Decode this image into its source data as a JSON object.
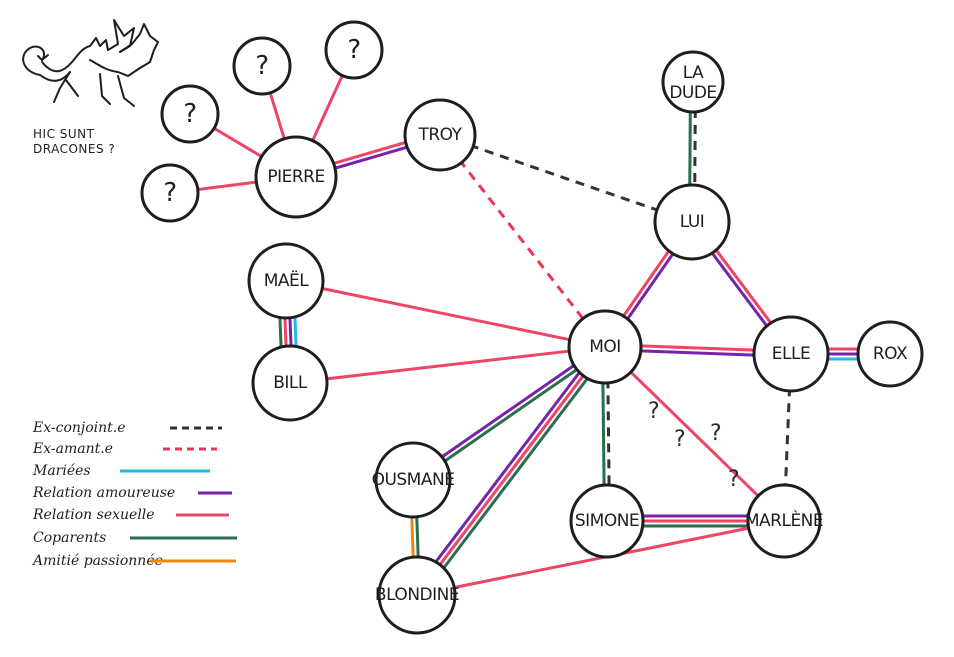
{
  "caption": [
    "HIC SUNT",
    "DRACONES ?"
  ],
  "colors": {
    "ex_conjoint": "#333333",
    "ex_amant": "#ee3355",
    "mariees": "#22bbdd",
    "amoureuse": "#7722aa",
    "sexuelle": "#ee4466",
    "coparents": "#2a6e4e",
    "amitie": "#ee8811",
    "stroke": "#1e1e1e"
  },
  "legend": [
    {
      "key": "ex_conjoint",
      "label": "Ex-conjoint.e",
      "dashed": true
    },
    {
      "key": "ex_amant",
      "label": "Ex-amant.e",
      "dashed": true
    },
    {
      "key": "mariees",
      "label": "Mariées",
      "dashed": false
    },
    {
      "key": "amoureuse",
      "label": "Relation amoureuse",
      "dashed": false
    },
    {
      "key": "sexuelle",
      "label": "Relation sexuelle",
      "dashed": false
    },
    {
      "key": "coparents",
      "label": "Coparents",
      "dashed": false
    },
    {
      "key": "amitie",
      "label": "Amitié passionnée",
      "dashed": false
    }
  ],
  "nodes": [
    {
      "id": "q1",
      "label": "?"
    },
    {
      "id": "q2",
      "label": "?"
    },
    {
      "id": "q3",
      "label": "?"
    },
    {
      "id": "q4",
      "label": "?"
    },
    {
      "id": "pierre",
      "label": "PIERRE"
    },
    {
      "id": "troy",
      "label": "TROY"
    },
    {
      "id": "ladude",
      "label": "LA DUDE"
    },
    {
      "id": "lui",
      "label": "LUI"
    },
    {
      "id": "mael",
      "label": "MAËL"
    },
    {
      "id": "bill",
      "label": "BILL"
    },
    {
      "id": "moi",
      "label": "MOI"
    },
    {
      "id": "elle",
      "label": "ELLE"
    },
    {
      "id": "rox",
      "label": "ROX"
    },
    {
      "id": "ousmane",
      "label": "OUSMANE"
    },
    {
      "id": "simone",
      "label": "SIMONE"
    },
    {
      "id": "marlene",
      "label": "MARLÈNE"
    },
    {
      "id": "blondine",
      "label": "BLONDINE"
    }
  ],
  "edges": [
    {
      "from": "pierre",
      "to": "q1",
      "types": [
        "sexuelle"
      ]
    },
    {
      "from": "pierre",
      "to": "q2",
      "types": [
        "sexuelle"
      ]
    },
    {
      "from": "pierre",
      "to": "q3",
      "types": [
        "sexuelle"
      ]
    },
    {
      "from": "pierre",
      "to": "q4",
      "types": [
        "sexuelle"
      ]
    },
    {
      "from": "pierre",
      "to": "troy",
      "types": [
        "sexuelle",
        "amoureuse"
      ]
    },
    {
      "from": "troy",
      "to": "lui",
      "types": [
        "ex_conjoint"
      ]
    },
    {
      "from": "troy",
      "to": "moi",
      "types": [
        "ex_amant"
      ]
    },
    {
      "from": "ladude",
      "to": "lui",
      "types": [
        "ex_conjoint",
        "coparents"
      ]
    },
    {
      "from": "lui",
      "to": "moi",
      "types": [
        "amoureuse",
        "sexuelle"
      ]
    },
    {
      "from": "lui",
      "to": "elle",
      "types": [
        "sexuelle",
        "amoureuse"
      ]
    },
    {
      "from": "mael",
      "to": "moi",
      "types": [
        "sexuelle"
      ]
    },
    {
      "from": "bill",
      "to": "moi",
      "types": [
        "sexuelle"
      ]
    },
    {
      "from": "mael",
      "to": "bill",
      "types": [
        "mariees",
        "amoureuse",
        "sexuelle",
        "coparents"
      ]
    },
    {
      "from": "moi",
      "to": "elle",
      "types": [
        "sexuelle",
        "amoureuse"
      ]
    },
    {
      "from": "elle",
      "to": "rox",
      "types": [
        "sexuelle",
        "amoureuse",
        "mariees"
      ]
    },
    {
      "from": "elle",
      "to": "marlene",
      "types": [
        "ex_conjoint"
      ]
    },
    {
      "from": "moi",
      "to": "ousmane",
      "types": [
        "coparents",
        "amoureuse"
      ]
    },
    {
      "from": "moi",
      "to": "blondine",
      "types": [
        "coparents",
        "sexuelle",
        "amoureuse"
      ]
    },
    {
      "from": "moi",
      "to": "simone",
      "types": [
        "ex_conjoint",
        "coparents"
      ]
    },
    {
      "from": "moi",
      "to": "marlene",
      "types": [
        "sexuelle"
      ],
      "uncertain": true
    },
    {
      "from": "ousmane",
      "to": "blondine",
      "types": [
        "coparents",
        "amitie"
      ]
    },
    {
      "from": "simone",
      "to": "marlene",
      "types": [
        "amoureuse",
        "sexuelle",
        "coparents"
      ]
    },
    {
      "from": "blondine",
      "to": "marlene",
      "types": [
        "sexuelle"
      ]
    }
  ],
  "uncertain_marks": [
    "?",
    "?",
    "?",
    "?"
  ]
}
